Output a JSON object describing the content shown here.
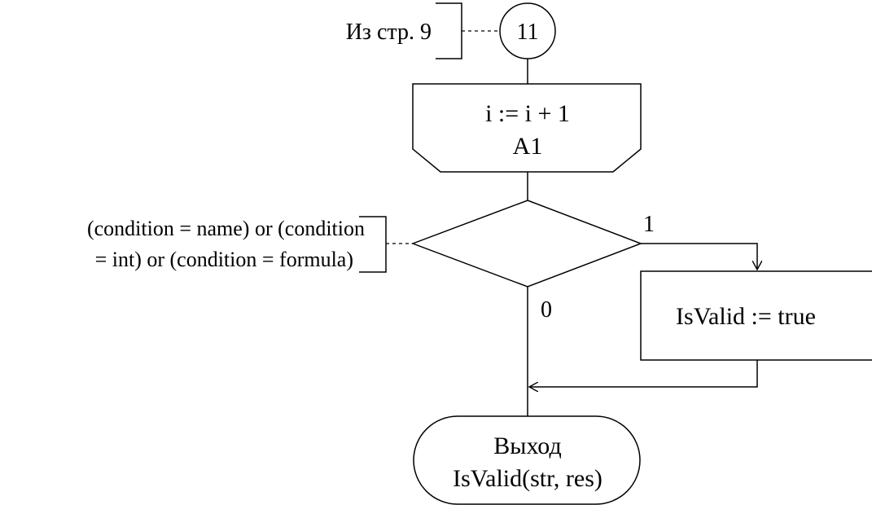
{
  "connector": {
    "comment": "Из стр. 9",
    "label": "11"
  },
  "loop_end": {
    "line1": "i := i + 1",
    "line2": "A1"
  },
  "decision": {
    "comment_line1": "(condition = name) or (condition",
    "comment_line2": "= int) or (condition = formula)",
    "yes_label": "1",
    "no_label": "0"
  },
  "process": {
    "label": "IsValid := true"
  },
  "terminator": {
    "line1": "Выход",
    "line2": "IsValid(str, res)"
  }
}
